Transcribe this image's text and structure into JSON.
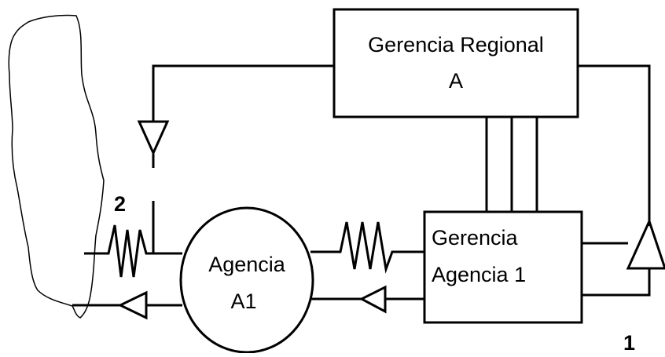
{
  "diagram": {
    "nodes": {
      "gerencia_regional": {
        "line1": "Gerencia Regional",
        "line2": "A"
      },
      "gerencia_agencia": {
        "line1": "Gerencia",
        "line2": "Agencia 1"
      },
      "agencia": {
        "line1": "Agencia",
        "line2": "A1"
      }
    },
    "labels": {
      "marker_1": "1",
      "marker_2": "2"
    }
  },
  "colors": {
    "stroke": "#000000",
    "background": "#ffffff"
  }
}
